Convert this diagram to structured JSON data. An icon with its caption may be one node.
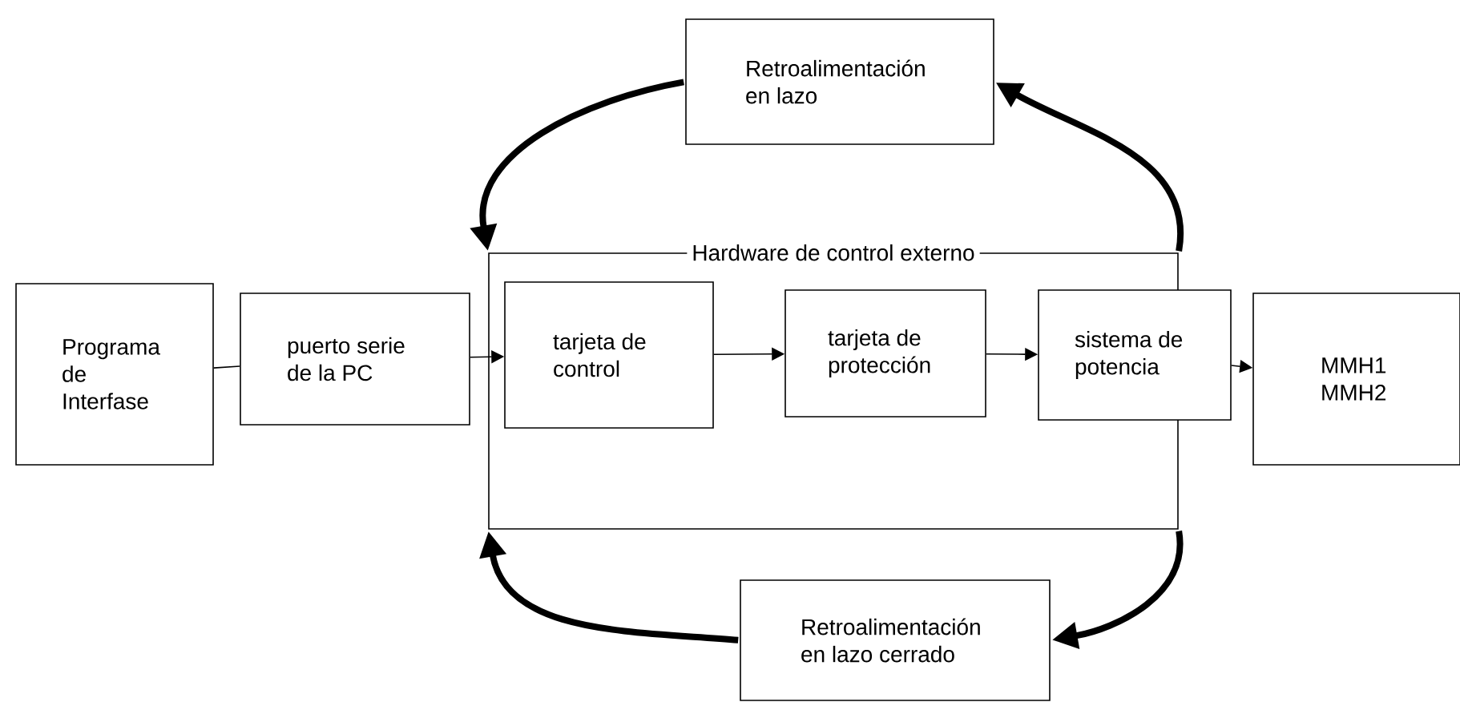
{
  "diagram": {
    "nodes": [
      {
        "text": [
          "Retroalimentación en lazo"
        ]
      },
      {
        "text": [
          "Hardware de control externo"
        ]
      },
      {
        "text": [
          "Programa de Interfase"
        ]
      },
      {
        "text": [
          "puerto serie de la PC"
        ]
      },
      {
        "text": [
          "tarjeta de control"
        ],
        "in": 1
      },
      {
        "text": [
          "tarjeta de protección"
        ],
        "in": 1
      },
      {
        "text": [
          "sistema de potencia"
        ]
      },
      {
        "text": [
          "MMH1 MMH2"
        ]
      },
      {
        "text": [
          "Retroalimentación en lazo cerrado"
        ]
      }
    ],
    "edges": [
      {
        "from": 2,
        "to": 3,
        "arrow": "none"
      },
      {
        "from": 3,
        "to": 4,
        "arrow": "to"
      },
      {
        "from": 4,
        "to": 5,
        "arrow": "to"
      },
      {
        "from": 5,
        "to": 6,
        "arrow": "to"
      },
      {
        "from": 6,
        "to": 7,
        "arrow": "to"
      },
      {
        "from": 0,
        "to": 1,
        "arrow": "to",
        "style": "thick"
      },
      {
        "from": 1,
        "to": 0,
        "arrow": "to",
        "style": "thick"
      },
      {
        "from": 1,
        "to": 8,
        "arrow": "to",
        "style": "thick"
      },
      {
        "from": 8,
        "to": 1,
        "arrow": "to",
        "style": "thick"
      }
    ]
  }
}
